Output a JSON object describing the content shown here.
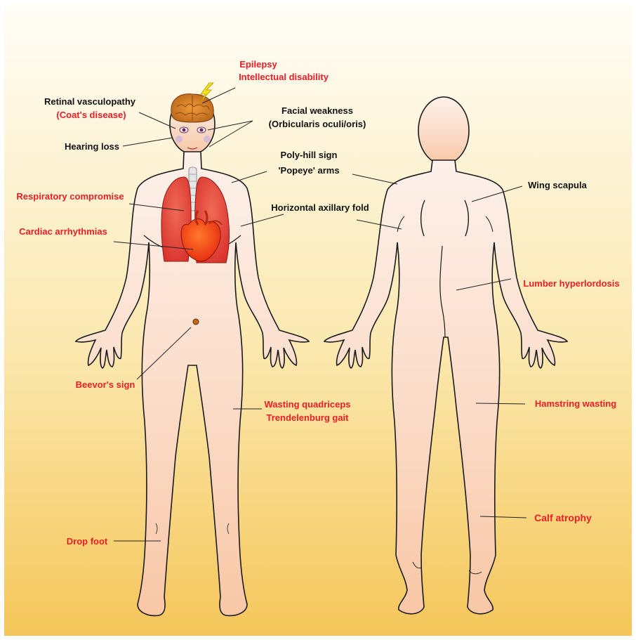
{
  "colors": {
    "red_label": "#ee1c25",
    "black_label": "#111111",
    "leader": "#222222",
    "skin_outline": "#1a1a1a",
    "lung": "#e8433a",
    "heart": "#f03a10",
    "brain": "#c8741a",
    "bolt": "#f7e31c",
    "background_top": "#fffdf6",
    "background_bottom": "#f6c85a"
  },
  "icons": {
    "brain": "brain-icon",
    "lightning": "lightning-bolt-icon",
    "lungs": "lungs-icon",
    "heart": "heart-icon",
    "trachea": "trachea-icon",
    "navel": "navel-dot-icon"
  },
  "labels": {
    "epilepsy": "Epilepsy",
    "intellectual_disability": "Intellectual disability",
    "retinal_vasculopathy": "Retinal vasculopathy",
    "coats_disease": "(Coat's disease)",
    "facial_weakness": "Facial weakness",
    "orbicularis": "(Orbicularis oculi/oris)",
    "hearing_loss": "Hearing loss",
    "poly_hill_sign": "Poly-hill sign",
    "popeye_arms": "'Popeye' arms",
    "respiratory_compromise": "Respiratory compromise",
    "horizontal_axillary_fold": "Horizontal axillary fold",
    "cardiac_arrhythmias": "Cardiac arrhythmias",
    "wing_scapula": "Wing scapula",
    "lumber_hyperlordosis": "Lumber hyperlordosis",
    "beevors_sign": "Beevor's sign",
    "wasting_quadriceps": "Wasting quadriceps",
    "trendelenburg_gait": "Trendelenburg gait",
    "hamstring_wasting": "Hamstring wasting",
    "calf_atrophy": "Calf atrophy",
    "drop_foot": "Drop foot"
  }
}
